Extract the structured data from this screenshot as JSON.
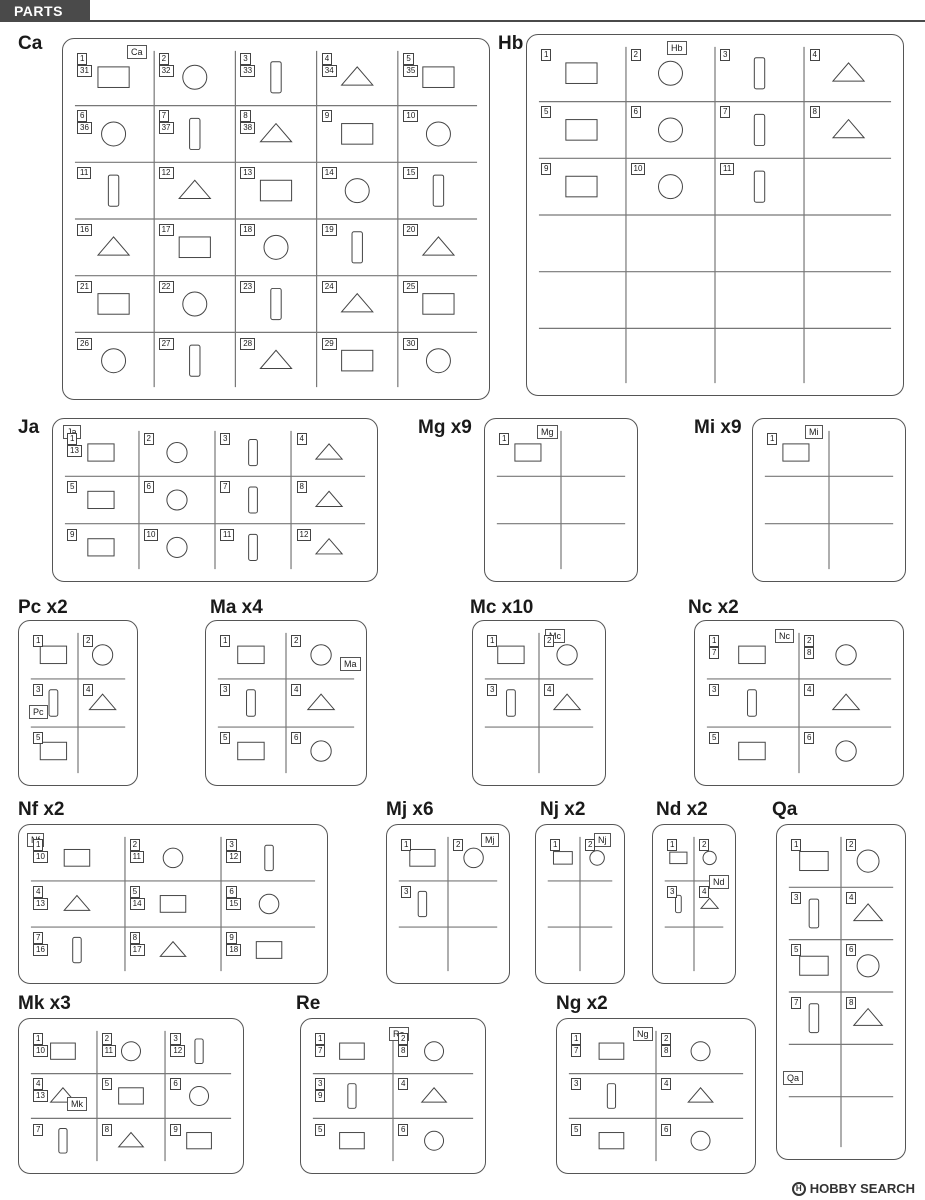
{
  "header": {
    "title": "PARTS"
  },
  "sheets": [
    {
      "key": "ca",
      "label": "Ca",
      "tag": "Ca",
      "parts": [
        "1",
        "2",
        "3",
        "4",
        "5",
        "6",
        "7",
        "8",
        "9",
        "10",
        "11",
        "12",
        "13",
        "14",
        "15",
        "16",
        "17",
        "18",
        "19",
        "20",
        "21",
        "22",
        "23",
        "24",
        "25",
        "26",
        "27",
        "28",
        "29",
        "30",
        "31",
        "32",
        "33",
        "34",
        "35",
        "36",
        "37",
        "38"
      ]
    },
    {
      "key": "hb",
      "label": "Hb",
      "tag": "Hb",
      "parts": [
        "1",
        "2",
        "3",
        "4",
        "5",
        "6",
        "7",
        "8",
        "9",
        "10",
        "11"
      ]
    },
    {
      "key": "ja",
      "label": "Ja",
      "tag": "Ja",
      "parts": [
        "1",
        "2",
        "3",
        "4",
        "5",
        "6",
        "7",
        "8",
        "9",
        "10",
        "11",
        "12",
        "13"
      ]
    },
    {
      "key": "mg",
      "label": "Mg x9",
      "tag": "Mg",
      "parts": [
        "1"
      ]
    },
    {
      "key": "mi",
      "label": "Mi x9",
      "tag": "Mi",
      "parts": [
        "1"
      ]
    },
    {
      "key": "pc",
      "label": "Pc x2",
      "tag": "Pc",
      "parts": [
        "1",
        "2",
        "3",
        "4",
        "5"
      ]
    },
    {
      "key": "ma",
      "label": "Ma x4",
      "tag": "Ma",
      "parts": [
        "1",
        "2",
        "3",
        "4",
        "5",
        "6"
      ]
    },
    {
      "key": "mc",
      "label": "Mc x10",
      "tag": "Mc",
      "parts": [
        "1",
        "2",
        "3",
        "4"
      ]
    },
    {
      "key": "nc",
      "label": "Nc x2",
      "tag": "Nc",
      "parts": [
        "1",
        "2",
        "3",
        "4",
        "5",
        "6",
        "7",
        "8"
      ]
    },
    {
      "key": "nf",
      "label": "Nf x2",
      "tag": "Nf",
      "parts": [
        "1",
        "2",
        "3",
        "4",
        "5",
        "6",
        "7",
        "8",
        "9",
        "10",
        "11",
        "12",
        "13",
        "14",
        "15",
        "16",
        "17",
        "18"
      ]
    },
    {
      "key": "mj",
      "label": "Mj x6",
      "tag": "Mj",
      "parts": [
        "1",
        "2",
        "3"
      ]
    },
    {
      "key": "nj",
      "label": "Nj x2",
      "tag": "Nj",
      "parts": [
        "1",
        "2"
      ]
    },
    {
      "key": "nd",
      "label": "Nd x2",
      "tag": "Nd",
      "parts": [
        "1",
        "2",
        "3",
        "4"
      ]
    },
    {
      "key": "qa",
      "label": "Qa",
      "tag": "Qa",
      "parts": [
        "1",
        "2",
        "3",
        "4",
        "5",
        "6",
        "7",
        "8"
      ]
    },
    {
      "key": "mk",
      "label": "Mk x3",
      "tag": "Mk",
      "parts": [
        "1",
        "2",
        "3",
        "4",
        "5",
        "6",
        "7",
        "8",
        "9",
        "10",
        "11",
        "12",
        "13"
      ]
    },
    {
      "key": "re",
      "label": "Re",
      "tag": "Re",
      "parts": [
        "1",
        "2",
        "3",
        "4",
        "5",
        "6",
        "7",
        "8",
        "9"
      ]
    },
    {
      "key": "ng",
      "label": "Ng x2",
      "tag": "Ng",
      "parts": [
        "1",
        "2",
        "3",
        "4",
        "5",
        "6",
        "7",
        "8"
      ]
    }
  ],
  "watermark": {
    "text": "HOBBY SEARCH",
    "icon": "hobbysearch-logo-icon",
    "icon_glyph": "H"
  }
}
